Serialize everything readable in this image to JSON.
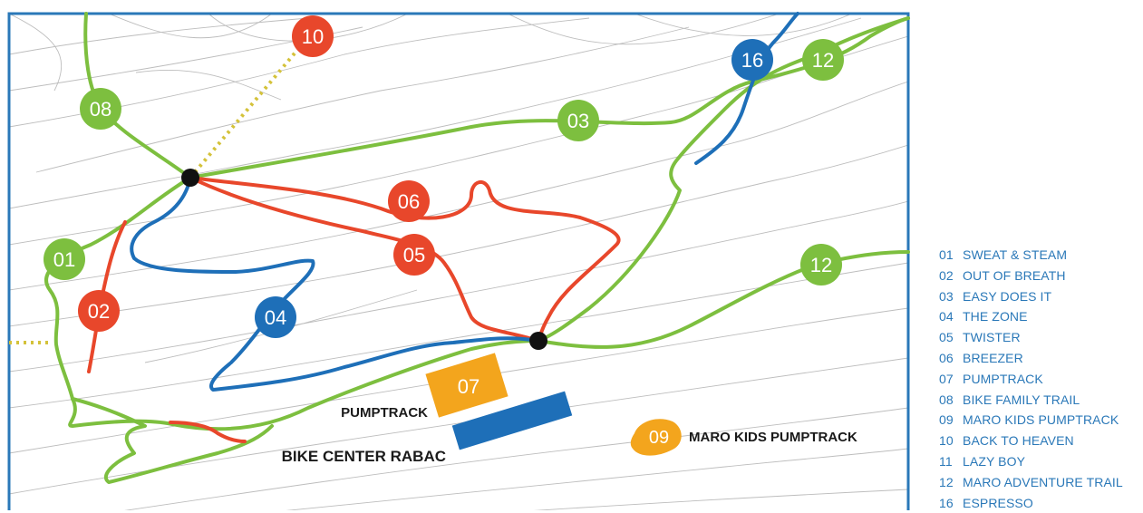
{
  "colors": {
    "green": "#7dbf3f",
    "red": "#e8472b",
    "blue": "#1e6fb8",
    "orange": "#f3a51d",
    "olive_dotted": "#d4c23a",
    "contour": "#b8b8b8",
    "frame": "#2a78b8",
    "junction": "#111111"
  },
  "markers": [
    {
      "id": "08",
      "color": "green"
    },
    {
      "id": "10",
      "color": "red"
    },
    {
      "id": "16",
      "color": "blue"
    },
    {
      "id": "12",
      "color": "green"
    },
    {
      "id": "03",
      "color": "green"
    },
    {
      "id": "06",
      "color": "red"
    },
    {
      "id": "05",
      "color": "red"
    },
    {
      "id": "01",
      "color": "green"
    },
    {
      "id": "02",
      "color": "red"
    },
    {
      "id": "04",
      "color": "blue"
    },
    {
      "id": "12",
      "color": "green"
    },
    {
      "id": "07",
      "color": "orange"
    },
    {
      "id": "09",
      "color": "orange"
    }
  ],
  "labels": {
    "pumptrack": "PUMPTRACK",
    "bike_center": "BIKE CENTER RABAC",
    "maro_kids": "MARO KIDS PUMPTRACK"
  },
  "legend": [
    {
      "num": "01",
      "name": "SWEAT & STEAM"
    },
    {
      "num": "02",
      "name": "OUT OF BREATH"
    },
    {
      "num": "03",
      "name": "EASY DOES IT"
    },
    {
      "num": "04",
      "name": "THE ZONE"
    },
    {
      "num": "05",
      "name": "TWISTER"
    },
    {
      "num": "06",
      "name": "BREEZER"
    },
    {
      "num": "07",
      "name": "PUMPTRACK"
    },
    {
      "num": "08",
      "name": "BIKE FAMILY TRAIL"
    },
    {
      "num": "09",
      "name": "MARO KIDS PUMPTRACK"
    },
    {
      "num": "10",
      "name": "BACK TO HEAVEN"
    },
    {
      "num": "11",
      "name": "LAZY BOY"
    },
    {
      "num": "12",
      "name": "MARO ADVENTURE TRAIL"
    },
    {
      "num": "16",
      "name": "ESPRESSO"
    }
  ]
}
